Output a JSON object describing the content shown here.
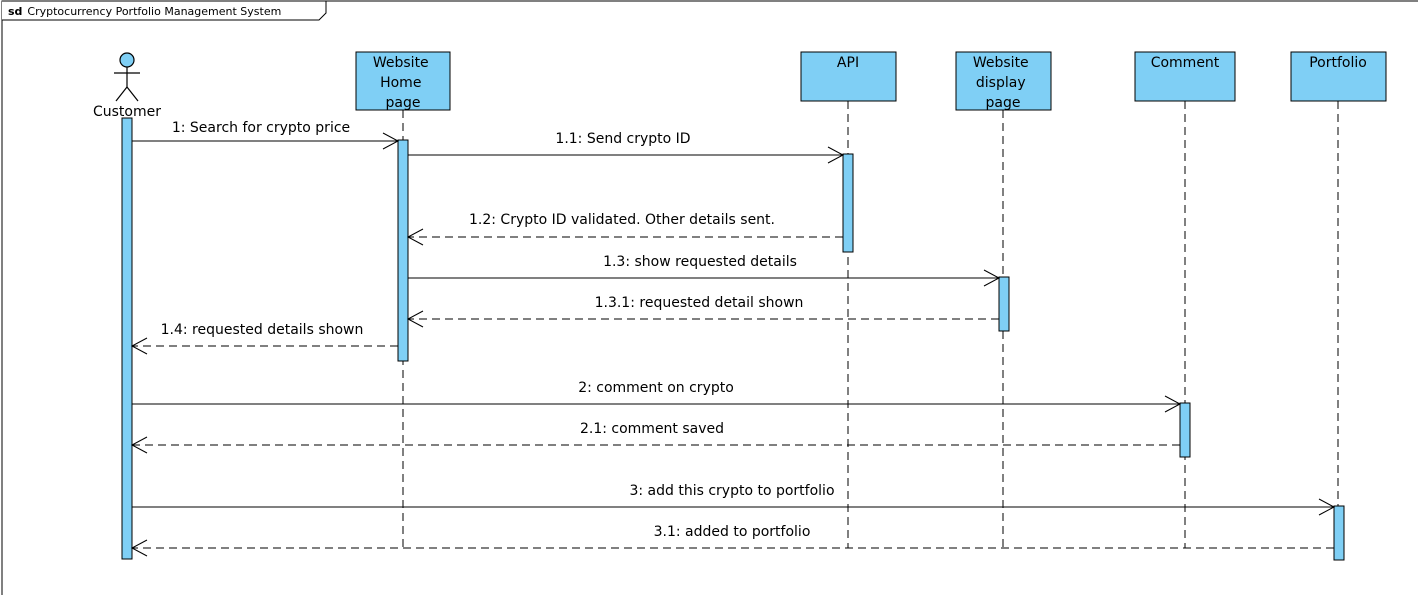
{
  "frame": {
    "keyword": "sd",
    "title": "Cryptocurrency Portfolio Management System"
  },
  "colors": {
    "fill": "#7fcff5",
    "stroke": "#000000",
    "background": "#ffffff"
  },
  "actor": {
    "name": "Customer",
    "icon": "stick-figure-icon"
  },
  "lifelines": [
    {
      "id": "home",
      "lines": [
        "Website",
        "Home",
        "page"
      ]
    },
    {
      "id": "api",
      "lines": [
        "API"
      ]
    },
    {
      "id": "display",
      "lines": [
        "Website",
        "display",
        "page"
      ]
    },
    {
      "id": "comment",
      "lines": [
        "Comment"
      ]
    },
    {
      "id": "portfolio",
      "lines": [
        "Portfolio"
      ]
    }
  ],
  "messages": [
    {
      "label": "1: Search for crypto price",
      "from": "customer",
      "to": "home",
      "kind": "sync"
    },
    {
      "label": "1.1: Send crypto ID",
      "from": "home",
      "to": "api",
      "kind": "sync"
    },
    {
      "label": "1.2: Crypto ID validated. Other details sent.",
      "from": "api",
      "to": "home",
      "kind": "reply"
    },
    {
      "label": "1.3: show requested details",
      "from": "home",
      "to": "display",
      "kind": "sync"
    },
    {
      "label": "1.3.1: requested detail shown",
      "from": "display",
      "to": "home",
      "kind": "reply"
    },
    {
      "label": "1.4: requested details shown",
      "from": "home",
      "to": "customer",
      "kind": "reply"
    },
    {
      "label": "2: comment on crypto",
      "from": "customer",
      "to": "comment",
      "kind": "sync"
    },
    {
      "label": "2.1: comment saved",
      "from": "comment",
      "to": "customer",
      "kind": "reply"
    },
    {
      "label": "3: add this crypto to portfolio",
      "from": "customer",
      "to": "portfolio",
      "kind": "sync"
    },
    {
      "label": "3.1: added to portfolio",
      "from": "portfolio",
      "to": "customer",
      "kind": "reply"
    }
  ]
}
